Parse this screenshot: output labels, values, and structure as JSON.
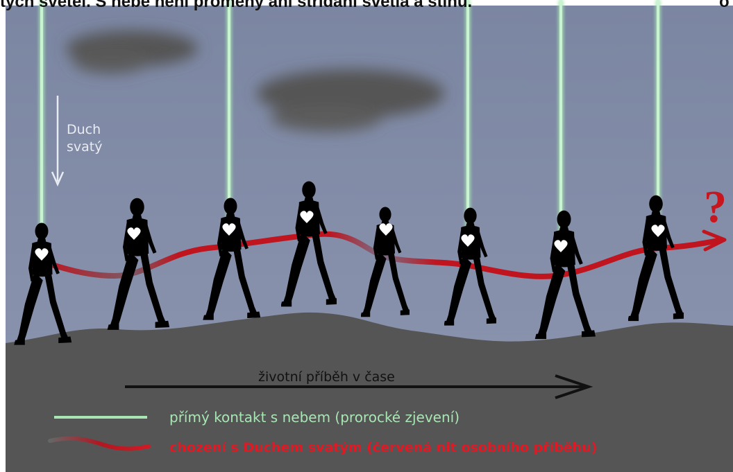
{
  "top_caption": "tých světel. S nebe není proměny ani střídání světla a stínů.",
  "top_caption_right": "o",
  "question_mark": "?",
  "spirit_label_line1": "Duch",
  "spirit_label_line2": "svatý",
  "timeline_label": "životní příběh v čase",
  "legend": {
    "contact": "přímý kontakt s nebem  (prorocké zjevení)",
    "walking": "chození s Duchem svatým  (červená nit osobního příběhu)"
  },
  "colors": {
    "sky": "#7f8aa6",
    "ground": "#555555",
    "beam": "#a8e6b4",
    "thread": "#c0141e",
    "legend_contact_text": "#a8e6b4",
    "legend_walking_text": "#e01a24"
  }
}
